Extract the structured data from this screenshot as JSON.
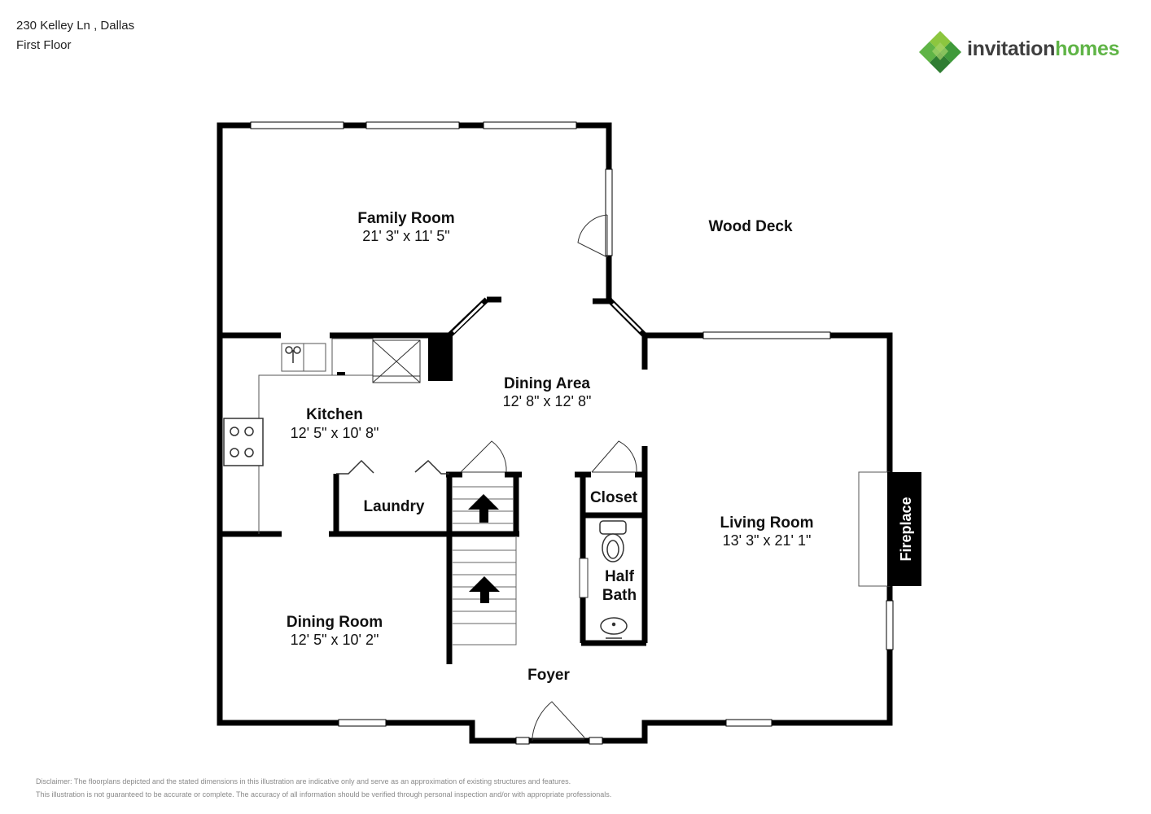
{
  "header": {
    "address": "230 Kelley Ln , Dallas",
    "floor": "First Floor"
  },
  "logo": {
    "text_part1": "invitation",
    "text_part2": "homes",
    "brand_green": "#5fb446",
    "brand_dark": "#3f3f3f"
  },
  "rooms": {
    "family_room": {
      "name": "Family Room",
      "dims": "21' 3\" x 11' 5\""
    },
    "wood_deck": {
      "name": "Wood Deck"
    },
    "dining_area": {
      "name": "Dining Area",
      "dims": "12' 8\" x 12' 8\""
    },
    "kitchen": {
      "name": "Kitchen",
      "dims": "12' 5\" x 10' 8\""
    },
    "laundry": {
      "name": "Laundry"
    },
    "closet": {
      "name": "Closet"
    },
    "half_bath": {
      "name_line1": "Half",
      "name_line2": "Bath"
    },
    "living_room": {
      "name": "Living Room",
      "dims": "13' 3\" x 21' 1\""
    },
    "fireplace": {
      "name": "Fireplace"
    },
    "dining_room": {
      "name": "Dining Room",
      "dims": "12' 5\" x 10' 2\""
    },
    "foyer": {
      "name": "Foyer"
    }
  },
  "disclaimer": {
    "line1": "Disclaimer: The floorplans depicted and the stated dimensions in this illustration are indicative only and serve as an approximation of existing structures and features.",
    "line2": "This illustration is not guaranteed to be accurate or complete. The accuracy of all information should be verified through personal inspection and/or with appropriate professionals."
  }
}
